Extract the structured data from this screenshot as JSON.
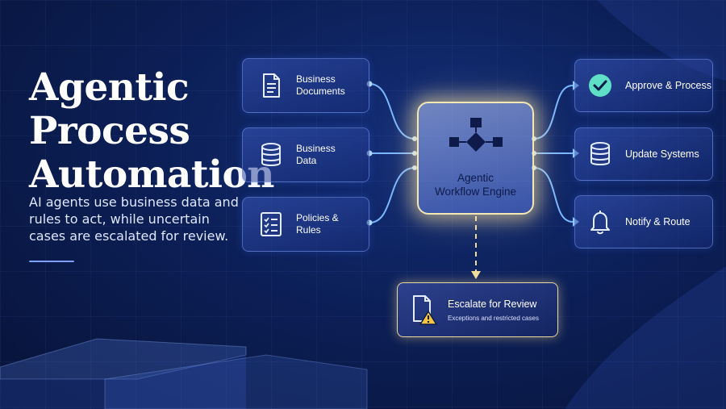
{
  "title_lines": [
    "Agentic",
    "Process",
    "Automation"
  ],
  "subtitle": "AI agents use business data and rules to act, while uncertain cases are escalated for review.",
  "inputs": [
    {
      "lines": [
        "Business",
        "Documents"
      ],
      "icon": "document-icon"
    },
    {
      "lines": [
        "Business",
        "Data"
      ],
      "icon": "database-icon"
    },
    {
      "lines": [
        "Policies &",
        "Rules"
      ],
      "icon": "checklist-icon"
    }
  ],
  "engine": {
    "lines": [
      "Agentic",
      "Workflow Engine"
    ],
    "icon": "workflow-diagram-icon"
  },
  "outputs": [
    {
      "label": "Approve & Process",
      "icon": "check-circle-icon"
    },
    {
      "label": "Update Systems",
      "icon": "database-icon"
    },
    {
      "label": "Notify & Route",
      "icon": "bell-icon"
    }
  ],
  "escalation": {
    "title": "Escalate for Review",
    "subtitle": "Exceptions and restricted cases",
    "icon": "document-warning-icon"
  },
  "colors": {
    "background": "#0c1f57",
    "connector": "#79b8ff",
    "engine_glow": "#ffe8a0",
    "check_accent": "#5fe0c6",
    "warning": "#f5c542"
  }
}
